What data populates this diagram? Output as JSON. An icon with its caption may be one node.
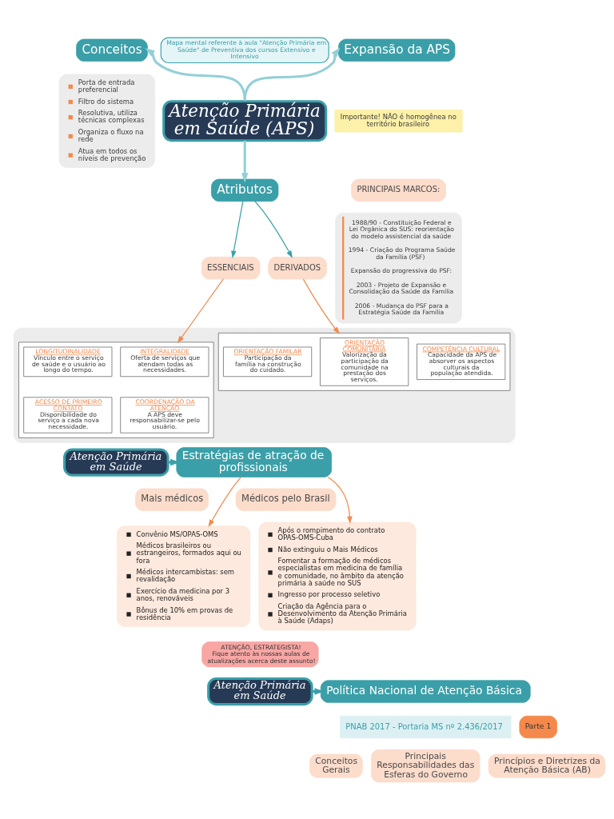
{
  "diagram": {
    "nodes": [
      {
        "text": [
          "Mapa mental referente à aula \"Atenção Primária em Saúde\" de Preventiva dos cursos Extensivo e Intensivo"
        ]
      },
      {
        "text": [
          "Conceitos"
        ]
      },
      {
        "text": [
          "Porta de entrada preferencial",
          "Filtro do sistema",
          "Resolutiva, utiliza técnicas complexas",
          "Organiza o fluxo na rede",
          "Atua em todos os níveis de prevenção"
        ]
      },
      {
        "text": [
          "Atenção Primária em Saúde (APS)"
        ]
      },
      {
        "text": [
          "Expansão da APS"
        ]
      },
      {
        "text": [
          "Importante! NÃO é homogênea no território brasileiro"
        ]
      },
      {
        "text": [
          "PRINCIPAIS MARCOS:"
        ]
      },
      {
        "text": [
          "1988/90 - Constituição Federal e Lei Orgânica do SUS: reorientação do modelo assistencial da saúde",
          "1994 - Criação do Programa Saúde da Família (PSF)",
          "Expansão do progressiva do PSF:",
          "2003 - Projeto de Expansão e Consolidação da Saúde da Família",
          "2006 - Mudança do PSF para a Estratégia Saúde da Família"
        ]
      },
      {
        "text": [
          "Atributos"
        ]
      },
      {
        "text": [
          "ESSENCIAIS"
        ]
      },
      {
        "text": [
          "DERIVADOS"
        ]
      },
      {
        "text": [],
        "shape": "box"
      },
      {
        "text": [],
        "shape": "table",
        "in": 11
      },
      {
        "text": [
          "LONGITUDINALIDADE",
          "Vínculo entre o serviço de saúde e o usuário ao longo do tempo."
        ],
        "in": 12
      },
      {
        "text": [
          "INTEGRALIDADE",
          "Oferta de serviços que atendam todas as necessidades."
        ],
        "in": 12
      },
      {
        "text": [
          "ACESSO DE PRIMEIRO CONTATO",
          "Disponibilidade do serviço a cada nova necessidade."
        ],
        "in": 12
      },
      {
        "text": [
          "COORDENAÇÃO DA ATENÇÃO",
          "A APS deve responsabilizar-se pelo usuário."
        ],
        "in": 12
      },
      {
        "text": [],
        "shape": "table",
        "in": 11
      },
      {
        "text": [
          "ORIENTAÇÃO FAMILAR",
          "Participação da família na construção do cuidado."
        ],
        "in": 17
      },
      {
        "text": [
          "ORIENTAÇÃO COMUNITÁRIA",
          "Valorização da participação da comunidade na prestação dos serviços."
        ],
        "in": 17
      },
      {
        "text": [
          "COMPETÊNCIA CULTURAL",
          "Capacidade da APS de absorver os aspectos culturais da população atendida."
        ],
        "in": 17
      },
      {
        "text": [
          "Atenção Primária em Saúde"
        ]
      },
      {
        "text": [
          "Estratégias de atração de profissionais"
        ]
      },
      {
        "text": [
          "Mais médicos"
        ]
      },
      {
        "text": [
          "Convênio MS/OPAS-OMS",
          "Médicos brasileiros ou estrangeiros, formados aqui ou fora",
          "Médicos intercambistas: sem revalidação",
          "Exercício da medicina por 3 anos, renováveis",
          "Bônus de 10% em provas de residência"
        ]
      },
      {
        "text": [
          "Médicos pelo Brasil"
        ]
      },
      {
        "text": [
          "Após o rompimento do contrato OPAS-OMS-Cuba",
          "Não extinguiu o Mais Médicos",
          "Fomentar a formação de médicos especialistas em medicina de família e comunidade, no âmbito da atenção primária à saúde no SUS",
          "Ingresso por processo seletivo",
          "Criação da Agência para o Desenvolvimento da Atenção Primária à Saúde (Adaps)"
        ]
      },
      {
        "text": [
          "ATENÇÃO, ESTRATEGISTA!",
          "Fique atento às nossas aulas de atualizações acerca deste assunto!"
        ]
      },
      {
        "text": [
          "Atenção Primária em Saúde"
        ]
      },
      {
        "text": [
          "Política Nacional de Atenção Básica"
        ]
      },
      {
        "text": [
          "PNAB 2017 - Portaria MS nº 2.436/2017"
        ]
      },
      {
        "text": [
          "Parte 1"
        ]
      },
      {
        "text": [
          "Conceitos Gerais"
        ]
      },
      {
        "text": [
          "Principais Responsabilidades das Esferas do Governo"
        ]
      },
      {
        "text": [
          "Princípios e Diretrizes da Atenção Básica (AB)"
        ]
      }
    ],
    "edges": [
      {
        "from": 3,
        "to": 1,
        "arrow": "to",
        "style": "thick",
        "color": "#93cfd7"
      },
      {
        "from": 3,
        "to": 4,
        "arrow": "to",
        "style": "thick",
        "color": "#93cfd7"
      },
      {
        "from": 3,
        "to": 8,
        "arrow": "to",
        "style": "thick",
        "color": "#93cfd7"
      },
      {
        "from": 8,
        "to": 9,
        "arrow": "to"
      },
      {
        "from": 8,
        "to": 10,
        "arrow": "to"
      },
      {
        "from": 9,
        "to": 12,
        "arrow": "to",
        "color": "#f4894b"
      },
      {
        "from": 10,
        "to": 17,
        "arrow": "to",
        "color": "#f4894b"
      },
      {
        "from": 21,
        "to": 22,
        "arrow": "to",
        "style": "thick"
      },
      {
        "from": 22,
        "to": 24,
        "arrow": "to",
        "color": "#f4894b"
      },
      {
        "from": 22,
        "to": 26,
        "arrow": "to",
        "color": "#f4894b"
      },
      {
        "from": 28,
        "to": 29,
        "arrow": "to",
        "style": "thick"
      }
    ]
  }
}
